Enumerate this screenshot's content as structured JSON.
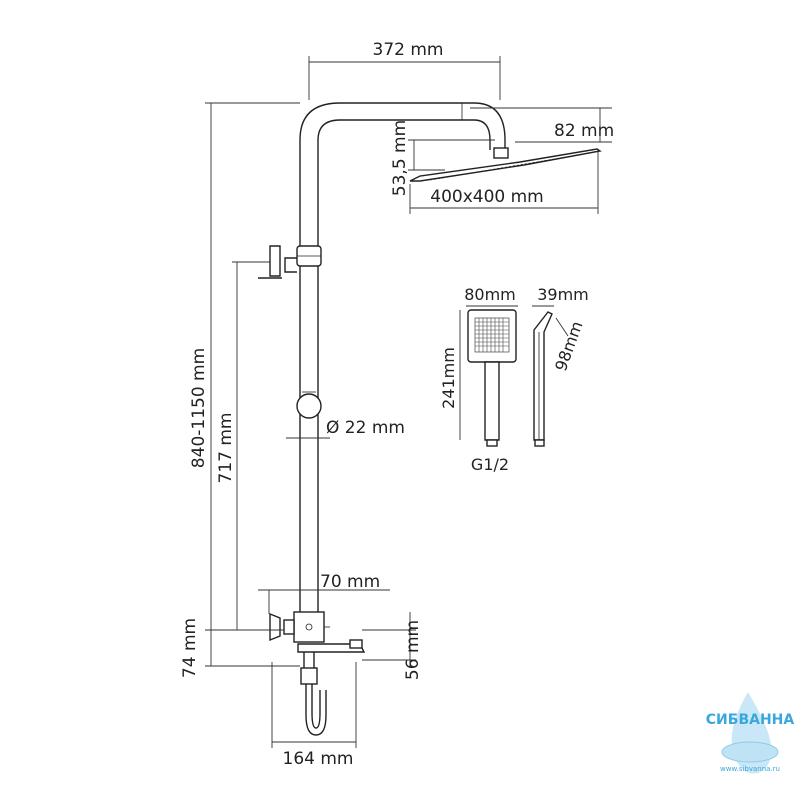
{
  "dimensions": {
    "arm_length": "372 mm",
    "head_thickness": "82 mm",
    "head_drop": "53,5 mm",
    "head_size": "400x400 mm",
    "height_range": "840-1150 mm",
    "slider_travel": "717 mm",
    "pipe_diameter": "Ø 22 mm",
    "mixer_offset": "70 mm",
    "mixer_height": "74 mm",
    "spout_height": "56 mm",
    "base_width": "164 mm"
  },
  "hand_shower": {
    "width": "80mm",
    "depth": "39mm",
    "length": "241mm",
    "head_length": "98mm",
    "thread": "G1/2"
  },
  "brand": {
    "name": "СИБВАННА",
    "url": "www.sibvanna.ru",
    "colors": {
      "primary": "#3aa7dc",
      "light": "#bfe3f4"
    }
  }
}
